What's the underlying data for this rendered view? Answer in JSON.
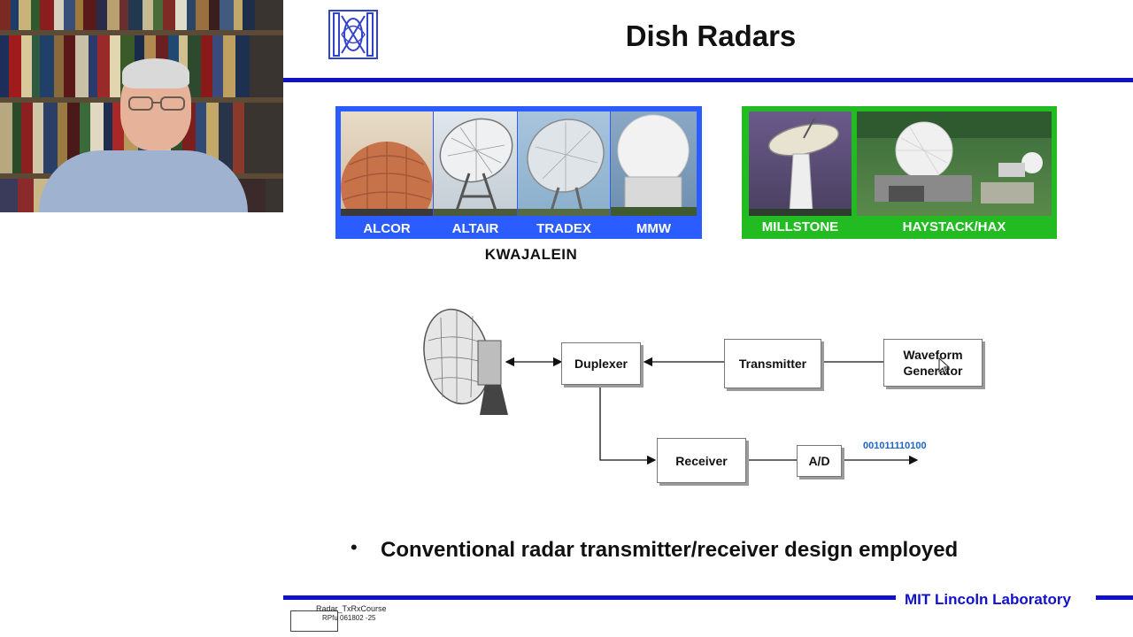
{
  "slide": {
    "title": "Dish Radars",
    "kwajalein_captions": [
      "ALCOR",
      "ALTAIR",
      "TRADEX",
      "MMW"
    ],
    "kwajalein_label": "KWAJALEIN",
    "massachusetts_captions": [
      "MILLSTONE",
      "HAYSTACK/HAX"
    ],
    "diagram": {
      "duplexer": "Duplexer",
      "transmitter": "Transmitter",
      "waveform_line1": "Waveform",
      "waveform_line2": "Generator",
      "receiver": "Receiver",
      "ad": "A/D",
      "bits": "001011110100"
    },
    "bullet": "Conventional radar transmitter/receiver design employed",
    "org": "MIT Lincoln Laboratory",
    "footer_line1": "Radar_TxRxCourse",
    "footer_line2": "RPfu 061802 -25"
  },
  "colors": {
    "accent_blue": "#1111cc",
    "kwaj_panel": "#2b5cff",
    "mass_panel": "#22bb22",
    "bits": "#1e63c8"
  },
  "icons": [
    "lincoln-lab-logo-icon",
    "dish-antenna-icon",
    "mouse-cursor-icon"
  ]
}
